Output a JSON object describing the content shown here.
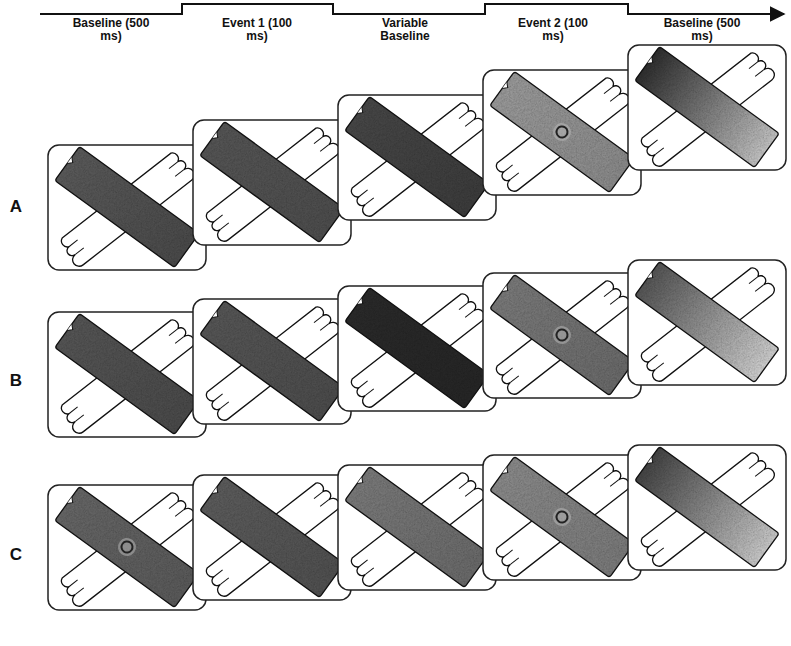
{
  "diagram": {
    "labels": [
      "Baseline (500 ms)",
      "Event 1 (100 ms)",
      "Variable Baseline",
      "Event 2 (100 ms)",
      "Baseline (500 ms)",
      "A",
      "B",
      "C"
    ]
  }
}
